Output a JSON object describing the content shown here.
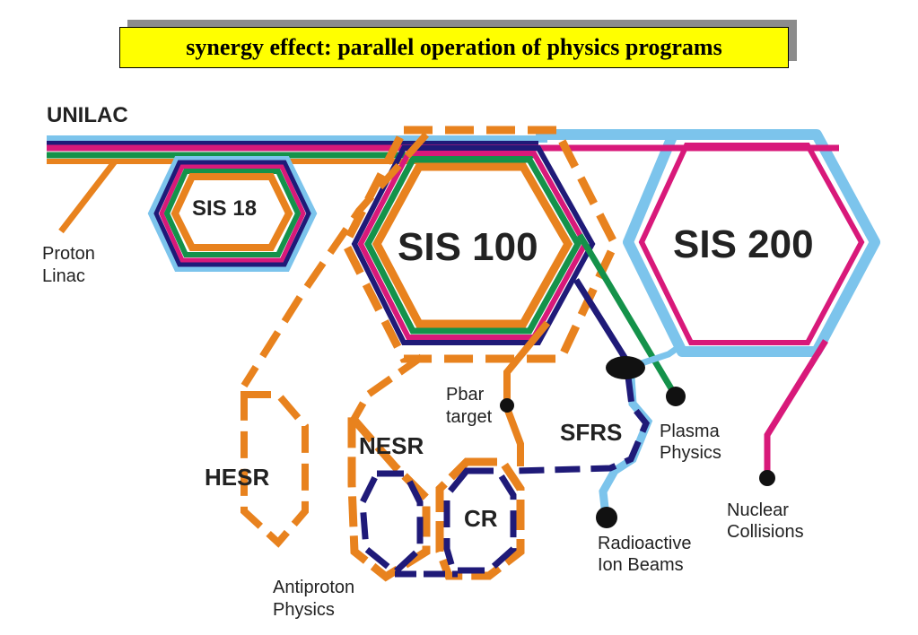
{
  "title": "synergy effect: parallel operation of physics programs",
  "labels": {
    "unilac": "UNILAC",
    "sis18": "SIS 18",
    "sis100": "SIS 100",
    "sis200": "SIS 200",
    "proton_linac_1": "Proton",
    "proton_linac_2": "Linac",
    "hesr": "HESR",
    "nesr": "NESR",
    "cr": "CR",
    "sfrs": "SFRS",
    "pbar_target_1": "Pbar",
    "pbar_target_2": "target",
    "plasma_1": "Plasma",
    "plasma_2": "Physics",
    "nuclear_1": "Nuclear",
    "nuclear_2": "Collisions",
    "radioactive_1": "Radioactive",
    "radioactive_2": "Ion Beams",
    "antiproton_1": "Antiproton",
    "antiproton_2": "Physics"
  },
  "colors": {
    "orange": "#e8821e",
    "light_blue": "#7cc4ec",
    "magenta": "#d8197a",
    "green": "#14924a",
    "navy": "#1f1a78",
    "title_bg": "#ffff00"
  }
}
